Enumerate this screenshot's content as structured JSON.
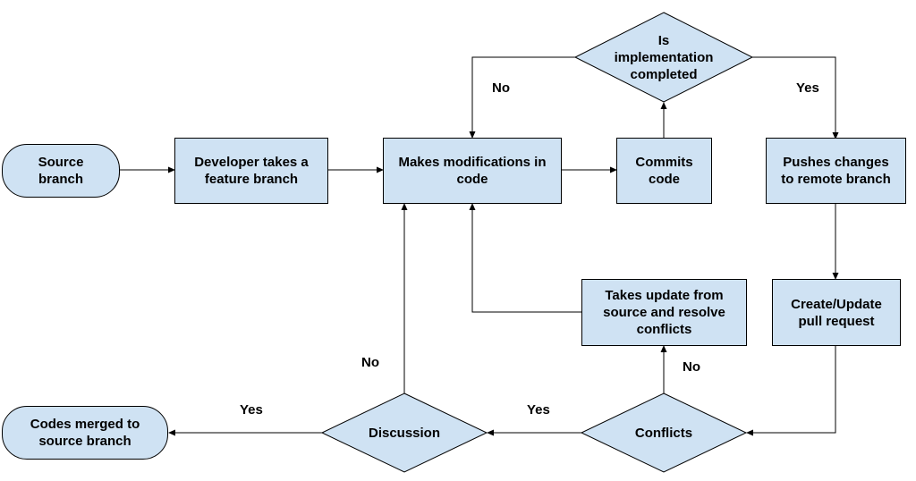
{
  "nodes": {
    "source_branch": "Source\nbranch",
    "feature_branch": "Developer takes a\nfeature branch",
    "modifications": "Makes modifications in\ncode",
    "commits": "Commits\ncode",
    "is_completed": "Is\nimplementation\ncompleted",
    "pushes": "Pushes changes\nto remote branch",
    "pull_request": "Create/Update\npull request",
    "conflicts": "Conflicts",
    "takes_update": "Takes update from\nsource and resolve\nconflicts",
    "discussion": "Discussion",
    "merged": "Codes merged to\nsource branch"
  },
  "labels": {
    "completed_no": "No",
    "completed_yes": "Yes",
    "conflicts_no": "No",
    "conflicts_yes": "Yes",
    "discussion_no": "No",
    "discussion_yes": "Yes"
  },
  "colors": {
    "fill": "#cfe2f3",
    "stroke": "#000000"
  }
}
